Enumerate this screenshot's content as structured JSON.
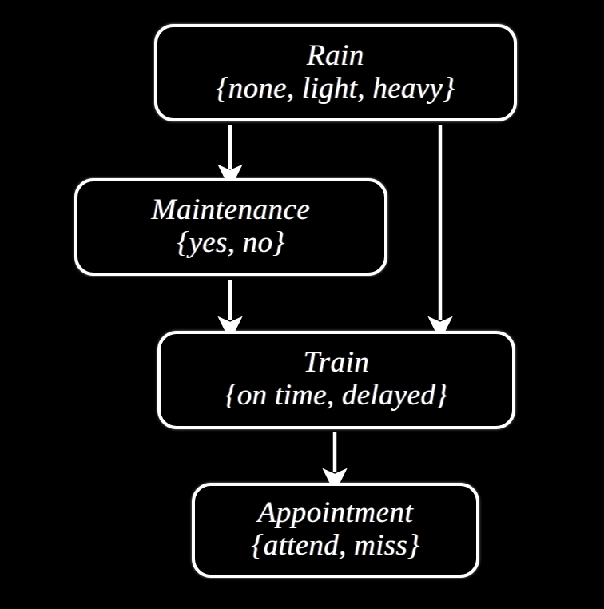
{
  "diagram": {
    "type": "bayesian-network",
    "background_color": "#000000",
    "stroke_color": "#ffffff",
    "nodes": [
      {
        "id": "rain",
        "title": "Rain",
        "states": "{none, light, heavy}",
        "state_values": [
          "none",
          "light",
          "heavy"
        ]
      },
      {
        "id": "maintenance",
        "title": "Maintenance",
        "states": "{yes, no}",
        "state_values": [
          "yes",
          "no"
        ]
      },
      {
        "id": "train",
        "title": "Train",
        "states": "{on time, delayed}",
        "state_values": [
          "on time",
          "delayed"
        ]
      },
      {
        "id": "appointment",
        "title": "Appointment",
        "states": "{attend, miss}",
        "state_values": [
          "attend",
          "miss"
        ]
      }
    ],
    "edges": [
      {
        "id": "rain-to-maintenance",
        "from": "rain",
        "to": "maintenance"
      },
      {
        "id": "rain-to-train",
        "from": "rain",
        "to": "train"
      },
      {
        "id": "maintenance-to-train",
        "from": "maintenance",
        "to": "train"
      },
      {
        "id": "train-to-appointment",
        "from": "train",
        "to": "appointment"
      }
    ]
  }
}
